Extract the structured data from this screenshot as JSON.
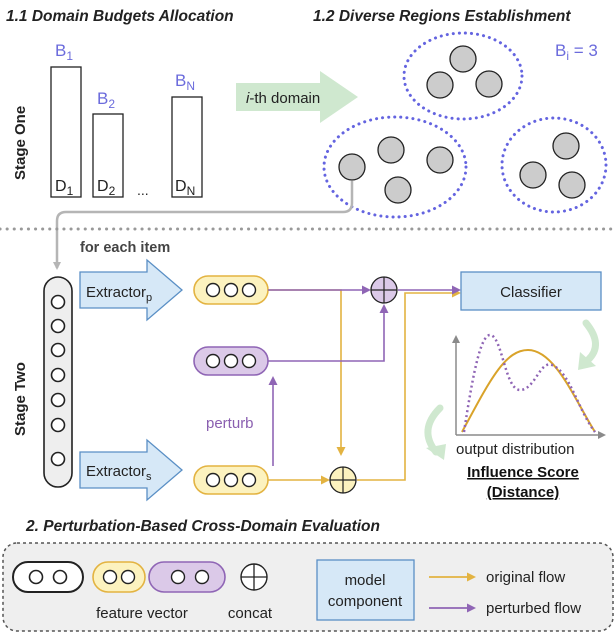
{
  "titles": {
    "budgets": "1.1 Domain Budgets Allocation",
    "regions": "1.2 Diverse Regions Establishment",
    "stage_two_title": "2. Perturbation-Based Cross-Domain Evaluation"
  },
  "stages": {
    "one": "Stage One",
    "two": "Stage Two"
  },
  "budgets": {
    "labels": [
      {
        "main": "B",
        "sub": "1"
      },
      {
        "main": "B",
        "sub": "2"
      },
      {
        "main": "B",
        "sub": "N"
      }
    ],
    "domains": [
      {
        "main": "D",
        "sub": "1"
      },
      {
        "main": "D",
        "sub": "2"
      },
      {
        "main": "D",
        "sub": "N"
      }
    ],
    "ellipsis": "..."
  },
  "domain_arrow": {
    "italic": "i",
    "rest": "-th domain"
  },
  "budget_example": {
    "main": "B",
    "sub": "i",
    "rest": " = 3"
  },
  "for_each": "for each item",
  "extractor_p": {
    "main": "Extractor",
    "sub": "p"
  },
  "extractor_s": {
    "main": "Extractor",
    "sub": "s"
  },
  "perturb": "perturb",
  "classifier": "Classifier",
  "output_distribution": "output distribution",
  "influence": {
    "line1": "Influence Score",
    "line2": "(Distance)"
  },
  "legend": {
    "feature_vector": "feature vector",
    "concat": "concat",
    "model_component_line1": "model",
    "model_component_line2": "component",
    "original_flow": "original flow",
    "perturbed_flow": "perturbed flow"
  },
  "colors": {
    "original": "#e3b341",
    "perturbed": "#8f65b5",
    "budget": "#6b6bdc",
    "model_fill": "#d6e8f7",
    "model_stroke": "#5a8fc5",
    "arrow_green": "#cfe8cf",
    "yellow_fill": "#fcf2bf",
    "purple_fill": "#dbc9e8",
    "node_fill": "#cccccc",
    "dots_border": "#6464e0"
  }
}
